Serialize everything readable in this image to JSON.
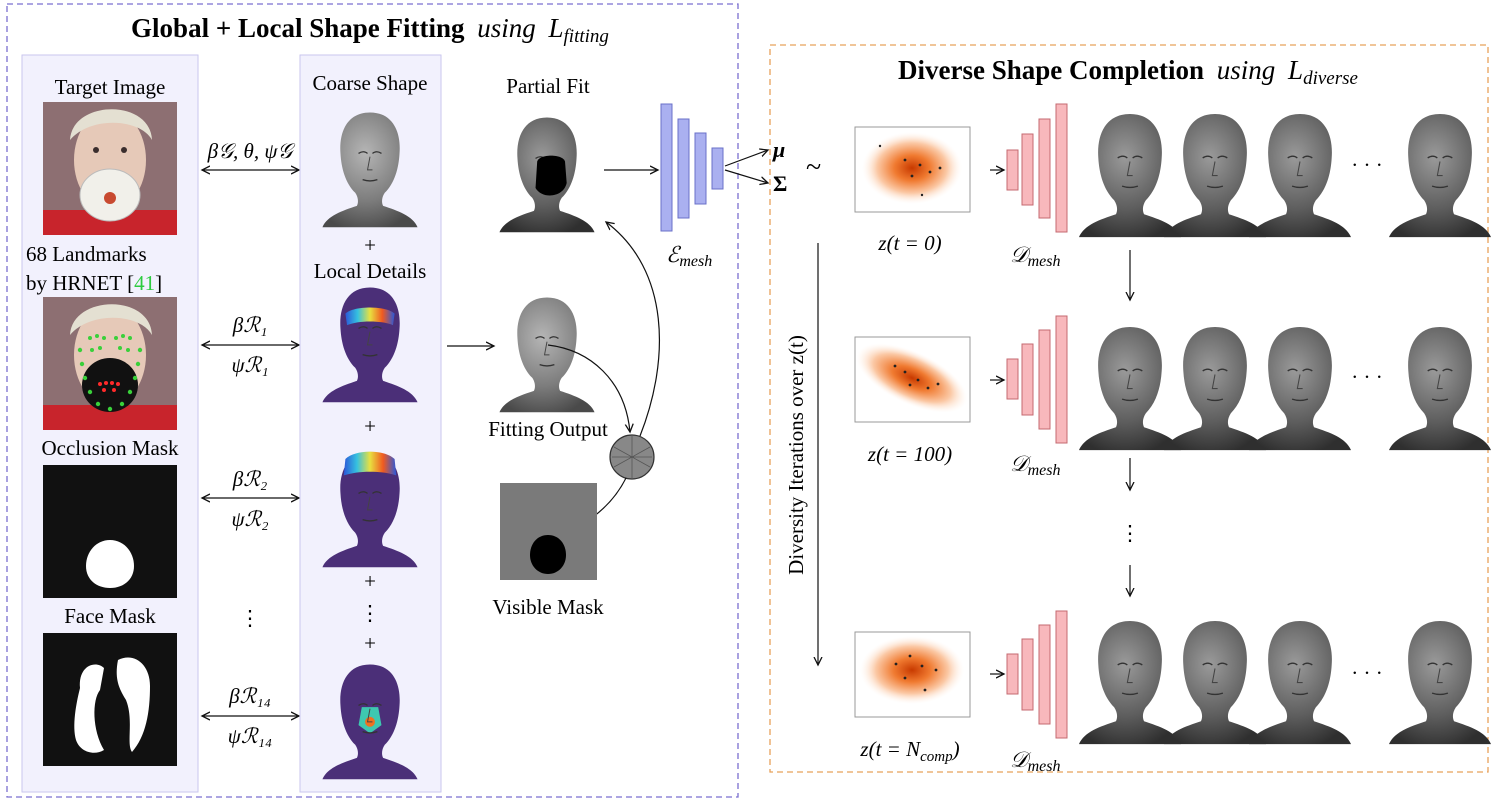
{
  "left_panel": {
    "title_main": "Global + Local Shape Fitting",
    "title_using": "using",
    "title_loss": "L",
    "title_loss_sub": "fitting",
    "col1": {
      "target_image": "Target Image",
      "landmarks_line1": "68 Landmarks",
      "landmarks_line2_a": "by HRNET [",
      "landmarks_cite": "41",
      "landmarks_line2_b": "]",
      "occlusion_mask": "Occlusion Mask",
      "face_mask": "Face Mask"
    },
    "params": {
      "global": "β𝒢, θ, ψ𝒢",
      "r1_beta": "βℛ₁",
      "r1_psi": "ψℛ₁",
      "r2_beta": "βℛ₂",
      "r2_psi": "ψℛ₂",
      "dots": "⋮",
      "r14_beta": "βℛ₁₄",
      "r14_psi": "ψℛ₁₄"
    },
    "col2": {
      "coarse_shape": "Coarse Shape",
      "plus": "+",
      "local_details": "Local Details",
      "vdots": "⋮"
    },
    "col3": {
      "partial_fit": "Partial Fit",
      "fitting_output": "Fitting Output",
      "visible_mask": "Visible Mask"
    },
    "encoder": "ℰ",
    "encoder_sub": "mesh",
    "mu": "μ",
    "sigma": "Σ",
    "tilde": "~"
  },
  "right_panel": {
    "title_main": "Diverse Shape Completion",
    "title_using": "using",
    "title_loss": "L",
    "title_loss_sub": "diverse",
    "iterations_label": "Diversity Iterations over z(t)",
    "rows": [
      {
        "z_label": "z(t = 0)"
      },
      {
        "z_label": "z(t = 100)"
      },
      {
        "z_label": "z(t = N_comp)",
        "z_prefix": "z(t = N",
        "z_sub": "comp",
        "z_suffix": ")"
      }
    ],
    "decoder": "𝒟",
    "decoder_sub": "mesh",
    "hdots": "· · ·",
    "vdots": "⋮"
  },
  "colors": {
    "left_border": "#7b6fd0",
    "right_border": "#e8a25a",
    "encoder_fill": "#aab0f0",
    "decoder_fill": "#f8b8bc",
    "head_gray": "#8a8a8a",
    "head_purple": "#4b2f78",
    "citation": "#2ecc40"
  }
}
